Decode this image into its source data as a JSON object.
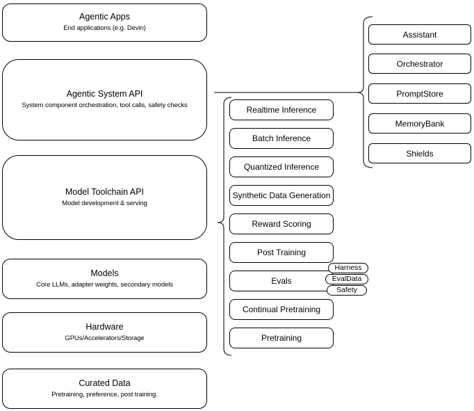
{
  "left_stack": {
    "items": [
      {
        "title": "Agentic Apps",
        "subtitle": "End applications (e.g. Devin)"
      },
      {
        "title": "Agentic System API",
        "subtitle": "System component orchestration, tool calls, safety checks"
      },
      {
        "title": "Model Toolchain API",
        "subtitle": "Model development & serving"
      },
      {
        "title": "Models",
        "subtitle": "Core LLMs, adapter weights, secondary models"
      },
      {
        "title": "Hardware",
        "subtitle": "GPUs/Accelerators/Storage"
      },
      {
        "title": "Curated Data",
        "subtitle": "Pretraining, preference, post training."
      }
    ]
  },
  "toolchain": {
    "items": [
      "Realtime Inference",
      "Batch Inference",
      "Quantized Inference",
      "Synthetic Data Generation",
      "Reward Scoring",
      "Post Training",
      "Evals",
      "Continual Pretraining",
      "Pretraining"
    ]
  },
  "evals_tags": {
    "items": [
      "Harness",
      "EvalData",
      "Safety"
    ]
  },
  "system_components": {
    "items": [
      "Assistant",
      "Orchestrator",
      "PromptStore",
      "MemoryBank",
      "Shields"
    ]
  },
  "colors": {
    "border": "#000000",
    "background": "#ffffff",
    "text": "#000000",
    "connector": "#333333"
  }
}
